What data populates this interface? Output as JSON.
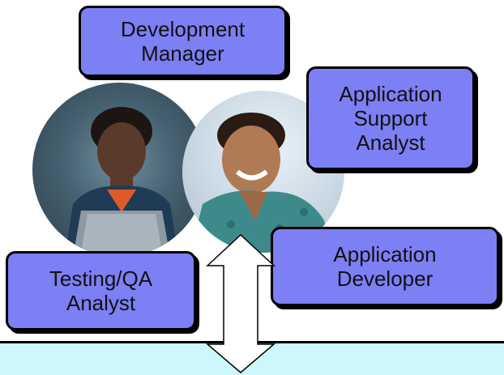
{
  "roles": {
    "development_manager": "Development\nManager",
    "application_support_analyst": "Application\nSupport\nAnalyst",
    "application_developer": "Application\nDeveloper",
    "testing_qa_analyst": "Testing/QA\nAnalyst"
  },
  "colors": {
    "box_fill": "#7d7ff4",
    "box_border": "#000000",
    "bottom_bar": "#ccf8fc",
    "arrow_fill": "#ffffff"
  }
}
